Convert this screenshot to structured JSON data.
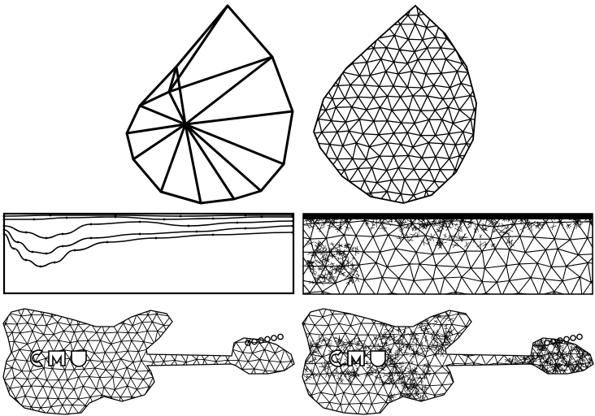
{
  "figure": {
    "panels": [
      {
        "id": "coarse-fan",
        "style": "coarse"
      },
      {
        "id": "uniform-fine",
        "style": "fine"
      },
      {
        "id": "seam-curves",
        "style": "curves"
      },
      {
        "id": "seam-graded",
        "style": "graded"
      },
      {
        "id": "guitar-uniform",
        "style": "fine"
      },
      {
        "id": "guitar-graded",
        "style": "graded"
      }
    ],
    "colors": {
      "ink": "#000000",
      "background": "#ffffff"
    }
  }
}
